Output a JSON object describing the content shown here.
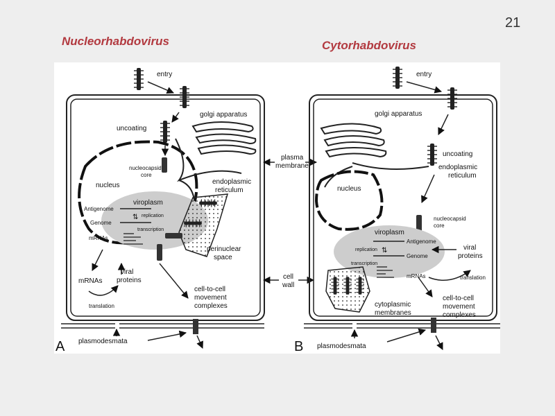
{
  "slide_number": "21",
  "titles": {
    "left": "Nucleorhabdovirus",
    "right": "Cytorhabdovirus"
  },
  "panel_a": {
    "letter": "A",
    "entry": "entry",
    "uncoating": "uncoating",
    "golgi": "golgi apparatus",
    "nucleocapsid_1": "nucleocapsid",
    "nucleocapsid_2": "core",
    "nucleus": "nucleus",
    "er_1": "endoplasmic",
    "er_2": "reticulum",
    "viroplasm": "viroplasm",
    "antigenome": "Antigenome",
    "replication": "replication",
    "genome": "Genome",
    "transcription": "transcription",
    "mrnas_inner": "mRNAs",
    "perinuclear_1": "perinuclear",
    "perinuclear_2": "space",
    "mrnas_outer": "mRNAs",
    "viral_proteins_1": "viral",
    "viral_proteins_2": "proteins",
    "translation": "translation",
    "movement_1": "cell-to-cell",
    "movement_2": "movement",
    "movement_3": "complexes",
    "plasmodesmata": "plasmodesmata"
  },
  "center": {
    "plasma_1": "plasma",
    "plasma_2": "membrane",
    "wall_1": "cell",
    "wall_2": "wall"
  },
  "panel_b": {
    "letter": "B",
    "entry": "entry",
    "golgi": "golgi apparatus",
    "uncoating": "uncoating",
    "er_1": "endoplasmic",
    "er_2": "reticulum",
    "nucleus": "nucleus",
    "nucleocapsid_1": "nucleocapsid",
    "nucleocapsid_2": "core",
    "viroplasm": "viroplasm",
    "antigenome": "Antigenome",
    "replication": "replication",
    "genome": "Genome",
    "transcription": "transcription",
    "mrnas": "mRNAs",
    "viral_proteins_1": "viral",
    "viral_proteins_2": "proteins",
    "translation": "translation",
    "cyto_1": "cytoplasmic",
    "cyto_2": "membranes",
    "movement_1": "cell-to-cell",
    "movement_2": "movement",
    "movement_3": "complexes",
    "plasmodesmata": "plasmodesmata"
  }
}
